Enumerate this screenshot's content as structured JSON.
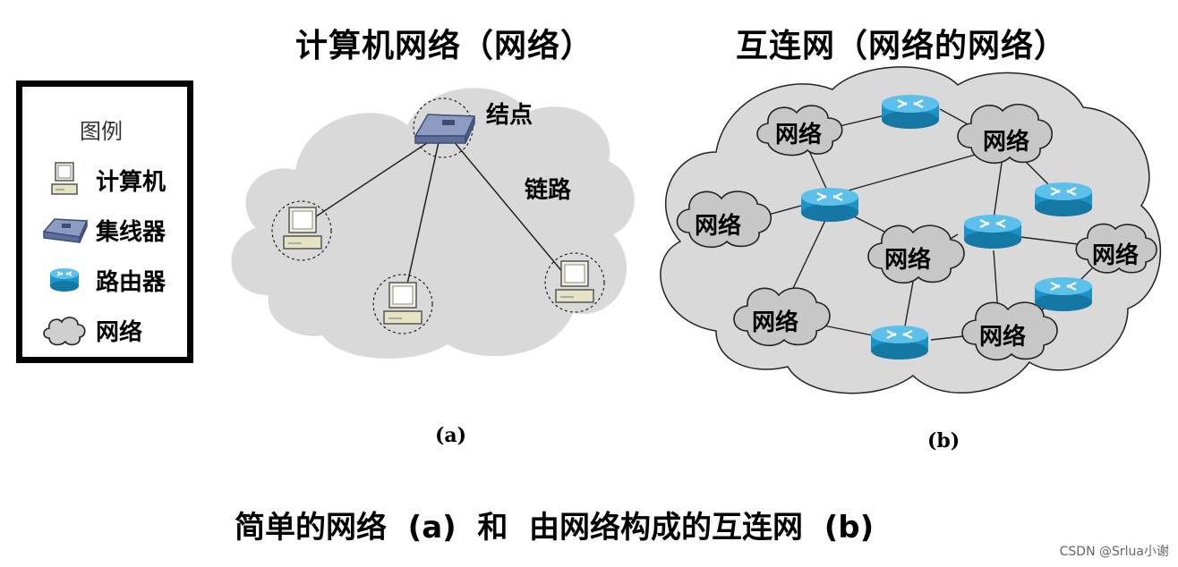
{
  "left": {
    "title": "计算机网络（网络）",
    "node_label": "结点",
    "link_label": "链路",
    "sublabel": "(a)"
  },
  "right": {
    "title": "互连网（网络的网络）",
    "network_label": "网络",
    "sublabel": "(b)"
  },
  "legend": {
    "title": "图例",
    "items": [
      {
        "label": "计算机",
        "icon": "computer-icon"
      },
      {
        "label": "集线器",
        "icon": "hub-icon"
      },
      {
        "label": "路由器",
        "icon": "router-icon"
      },
      {
        "label": "网络",
        "icon": "cloud-icon"
      }
    ]
  },
  "caption": "简单的网络  (a)  和  由网络构成的互连网  (b)",
  "watermark": "CSDN @Srlua小谢",
  "colors": {
    "cloud_fill": "#d9d9d9",
    "router_blue": "#1a93c8",
    "hub_blue": "#5b6e9c"
  }
}
